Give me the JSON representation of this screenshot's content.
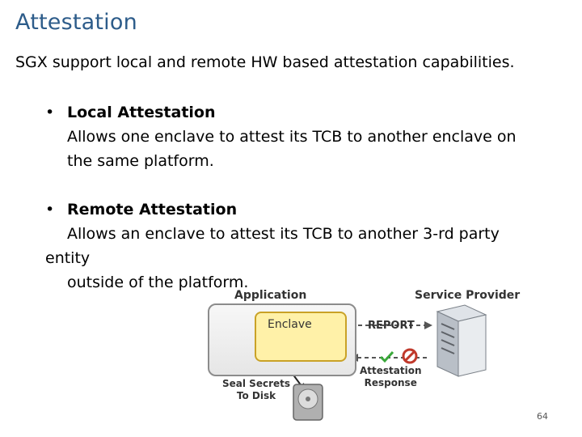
{
  "slide": {
    "title": "Attestation",
    "intro": "SGX support local and remote HW based attestation capabilities.",
    "bullets": [
      {
        "heading": "Local Attestation",
        "lines": [
          "Allows one enclave to attest its TCB to another enclave on",
          "the same platform."
        ]
      },
      {
        "heading": "Remote Attestation",
        "line1": "Allows an enclave to attest its TCB to another 3-rd party",
        "line2": "entity",
        "line3": "outside of the platform."
      }
    ],
    "page_number": "64"
  },
  "diagram": {
    "application_label": "Application",
    "service_provider_label": "Service Provider",
    "enclave_label": "Enclave",
    "report_label": "REPORT",
    "attestation_response_line1": "Attestation",
    "attestation_response_line2": "Response",
    "seal_line1": "Seal Secrets",
    "seal_line2": "To Disk"
  }
}
